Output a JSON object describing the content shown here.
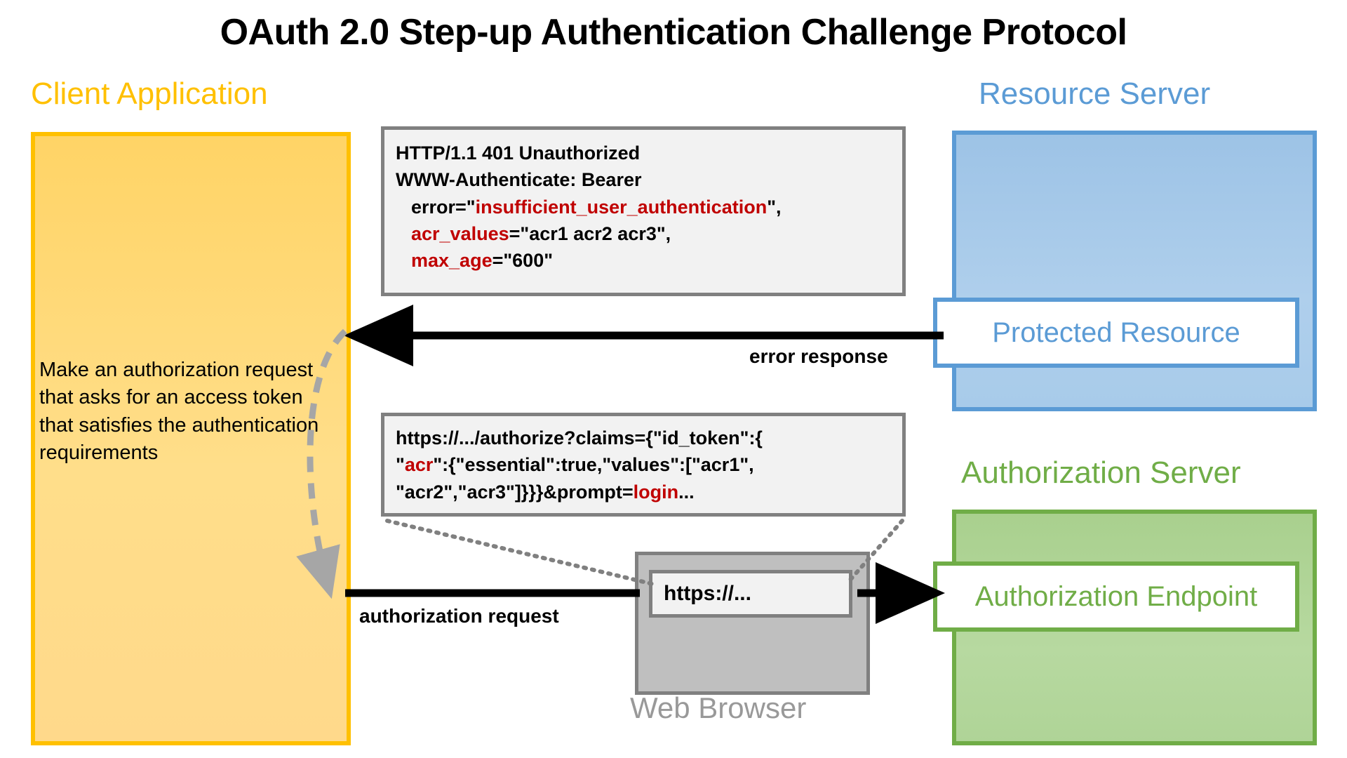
{
  "title": "OAuth 2.0 Step-up Authentication Challenge Protocol",
  "parties": {
    "client": {
      "label": "Client Application",
      "color": "#FFC000",
      "description": "Make an authorization request that asks for an access token that satisfies the authentication requirements"
    },
    "resource_server": {
      "label": "Resource Server",
      "color": "#5B9BD5",
      "endpoint_label": "Protected Resource"
    },
    "authorization_server": {
      "label": "Authorization Server",
      "color": "#70AD47",
      "endpoint_label": "Authorization Endpoint"
    },
    "browser": {
      "label": "Web Browser",
      "color": "#999999",
      "url_value": "https://..."
    }
  },
  "messages": {
    "http_401": {
      "line1": "HTTP/1.1 401 Unauthorized",
      "line2": "WWW-Authenticate: Bearer",
      "line3_prefix": "error=\"",
      "line3_highlight": "insufficient_user_authentication",
      "line3_suffix": "\",",
      "line4_highlight": "acr_values",
      "line4_rest": "=\"acr1 acr2 acr3\",",
      "line5_highlight": "max_age",
      "line5_rest": "=\"600\""
    },
    "authorize_url": {
      "line1": "https://.../authorize?claims={\"id_token\":{",
      "line2_prefix": "\"",
      "line2_highlight": "acr",
      "line2_suffix": "\":{\"essential\":true,\"values\":[\"acr1\",",
      "line3_prefix": "\"acr2\",\"acr3\"]}}}&prompt=",
      "line3_highlight": "login",
      "line3_suffix": "..."
    }
  },
  "flows": {
    "error_response": "error response",
    "authorization_request": "authorization request"
  },
  "colors": {
    "highlight_red": "#C00000",
    "code_bg": "#F2F2F2",
    "code_border": "#808080",
    "arrow_black": "#000000",
    "arrow_gray": "#A6A6A6"
  }
}
